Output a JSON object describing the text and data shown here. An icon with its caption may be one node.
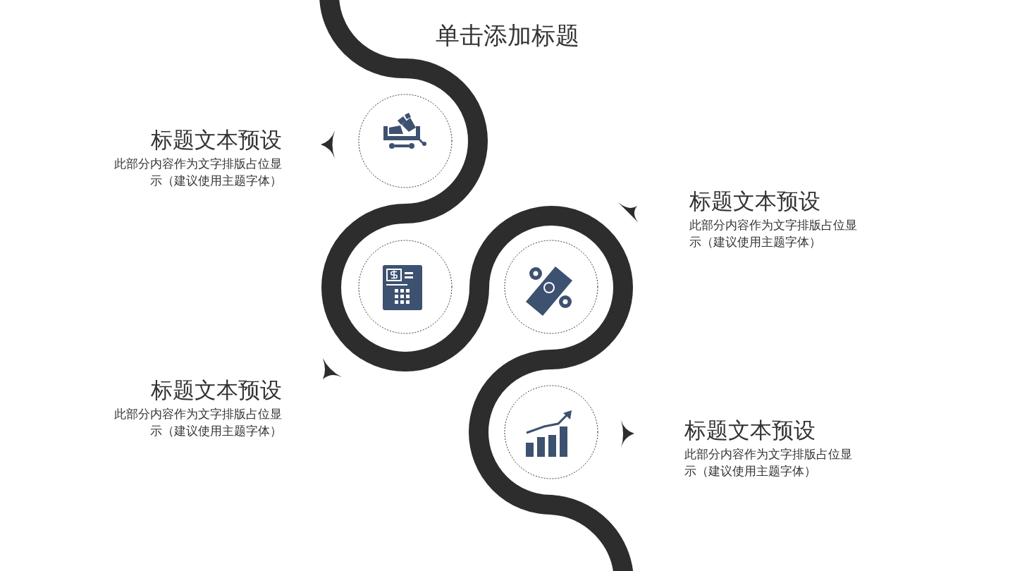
{
  "diagram": {
    "title": "单击添加标题",
    "nodes": [
      {
        "text": [
          "标题文本预设",
          "此部分内容作为文字排版占位显示（建议使用主题字体）"
        ]
      },
      {
        "text": [],
        "shape": "circle"
      },
      {
        "text": [
          "标题文本预设",
          "此部分内容作为文字排版占位显示（建议使用主题字体）"
        ]
      },
      {
        "text": [],
        "shape": "circle"
      },
      {
        "text": [],
        "shape": "circle"
      },
      {
        "text": [
          "标题文本预设",
          "此部分内容作为文字排版占位显示（建议使用主题字体）"
        ]
      },
      {
        "text": [],
        "shape": "circle"
      },
      {
        "text": [
          "标题文本预设",
          "此部分内容作为文字排版占位显示（建议使用主题字体）"
        ]
      }
    ]
  }
}
